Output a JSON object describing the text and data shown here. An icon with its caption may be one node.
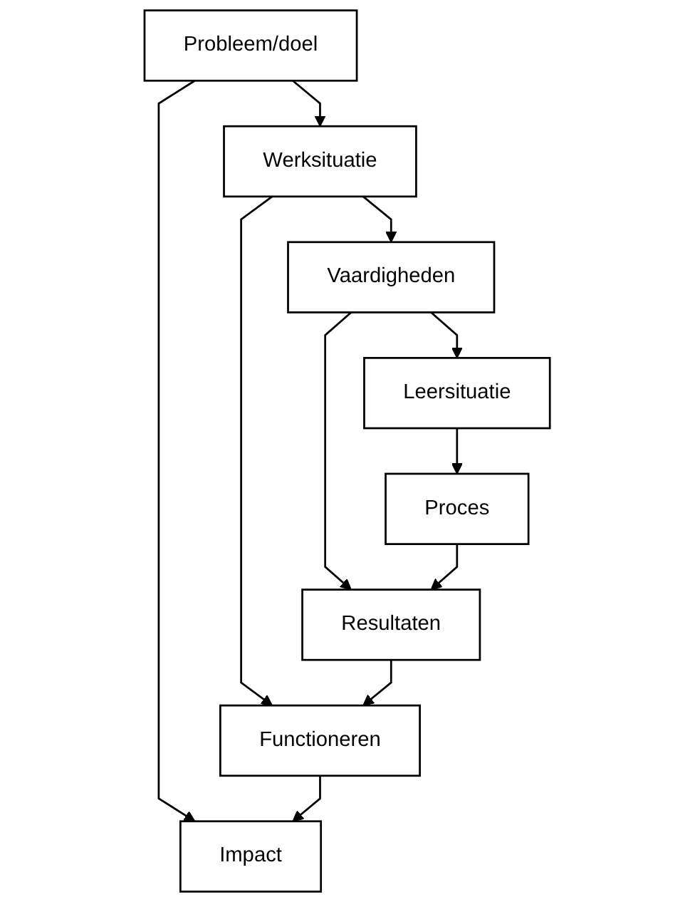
{
  "diagram": {
    "nodes": [
      {
        "text": [
          "Probleem/doel"
        ]
      },
      {
        "text": [
          "Impact"
        ]
      },
      {
        "text": [
          "Werksituatie"
        ]
      },
      {
        "text": [
          "Functioneren"
        ]
      },
      {
        "text": [
          "Vaardigheden"
        ]
      },
      {
        "text": [
          "Resultaten"
        ]
      },
      {
        "text": [
          "Leersituatie"
        ]
      },
      {
        "text": [
          "Proces"
        ]
      }
    ],
    "edges": [
      {
        "from": 0,
        "to": 2,
        "arrow": "to"
      },
      {
        "from": 0,
        "to": 1,
        "arrow": "to"
      },
      {
        "from": 2,
        "to": 4,
        "arrow": "to"
      },
      {
        "from": 2,
        "to": 3,
        "arrow": "to"
      },
      {
        "from": 4,
        "to": 6,
        "arrow": "to"
      },
      {
        "from": 4,
        "to": 5,
        "arrow": "to"
      },
      {
        "from": 6,
        "to": 7,
        "arrow": "to"
      },
      {
        "from": 7,
        "to": 5,
        "arrow": "to"
      },
      {
        "from": 5,
        "to": 3,
        "arrow": "to"
      },
      {
        "from": 3,
        "to": 1,
        "arrow": "to"
      }
    ]
  }
}
